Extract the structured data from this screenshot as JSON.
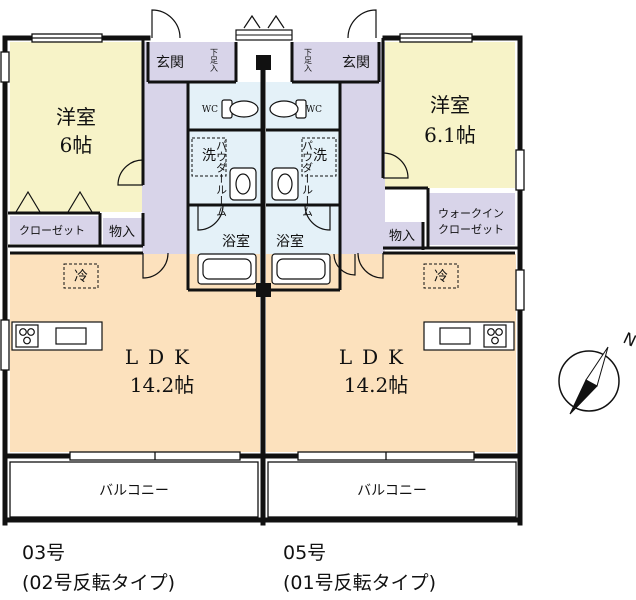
{
  "units": [
    {
      "number": "03号",
      "type": "(02号反転タイプ)",
      "rooms": {
        "western_room": {
          "name": "洋室",
          "size": "6帖"
        },
        "closet": "クローゼット",
        "storage": "物入",
        "entrance": "玄関",
        "shoe_box": "下足入",
        "wc": "WC",
        "washer": "洗",
        "powder_room": "パウダールーム",
        "bath": "浴室",
        "fridge": "冷",
        "ldk": {
          "name": "LDK",
          "size": "14.2帖"
        },
        "balcony": "バルコニー"
      }
    },
    {
      "number": "05号",
      "type": "(01号反転タイプ)",
      "rooms": {
        "western_room": {
          "name": "洋室",
          "size": "6.1帖"
        },
        "closet": "ウォークインクローゼット",
        "storage": "物入",
        "entrance": "玄関",
        "shoe_box": "下足入",
        "wc": "WC",
        "washer": "洗",
        "powder_room": "パウダールーム",
        "bath": "浴室",
        "fridge": "冷",
        "ldk": {
          "name": "LDK",
          "size": "14.2帖"
        },
        "balcony": "バルコニー"
      }
    }
  ],
  "compass": {
    "label": "N"
  },
  "colors": {
    "bedroom": "#f7f3c8",
    "ldk": "#fce1bd",
    "wet_area": "#e4f1f8",
    "corridor": "#d8d4e9",
    "wall": "#111111",
    "balcony": "#ffffff"
  }
}
